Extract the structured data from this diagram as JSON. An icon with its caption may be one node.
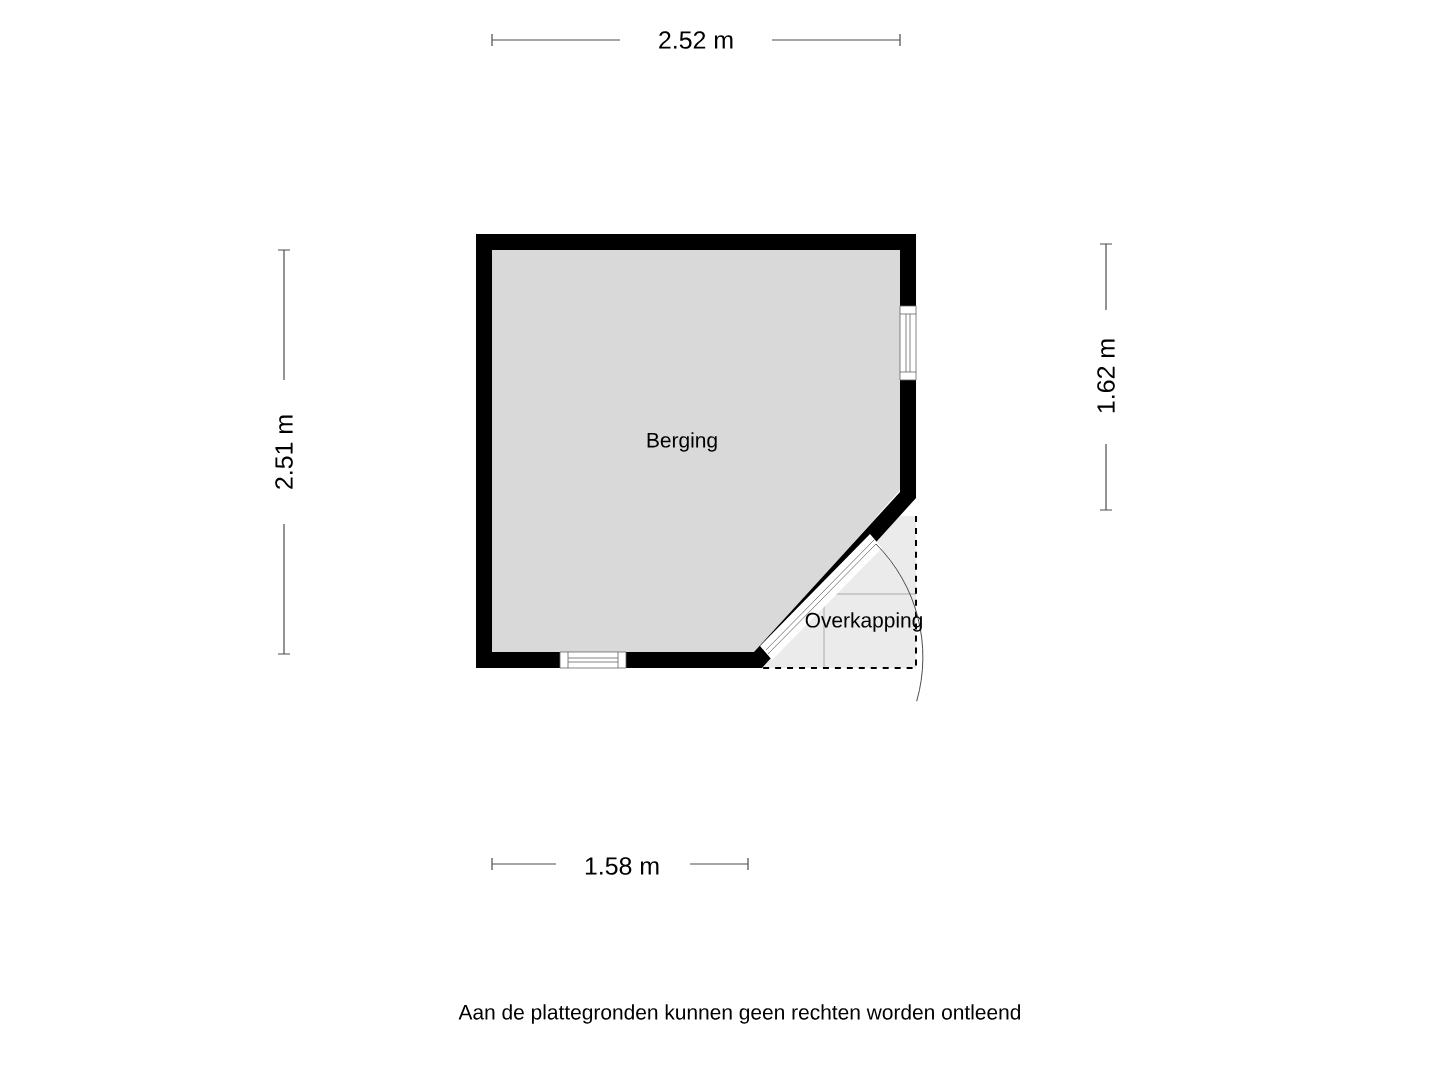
{
  "diagram": {
    "caption": "Aan de plattegronden kunnen geen rechten worden ontleend",
    "labels": [
      "2.52 m",
      "2.51 m",
      "1.62 m",
      "Berging",
      "Overkapping",
      "1.58 m"
    ]
  }
}
